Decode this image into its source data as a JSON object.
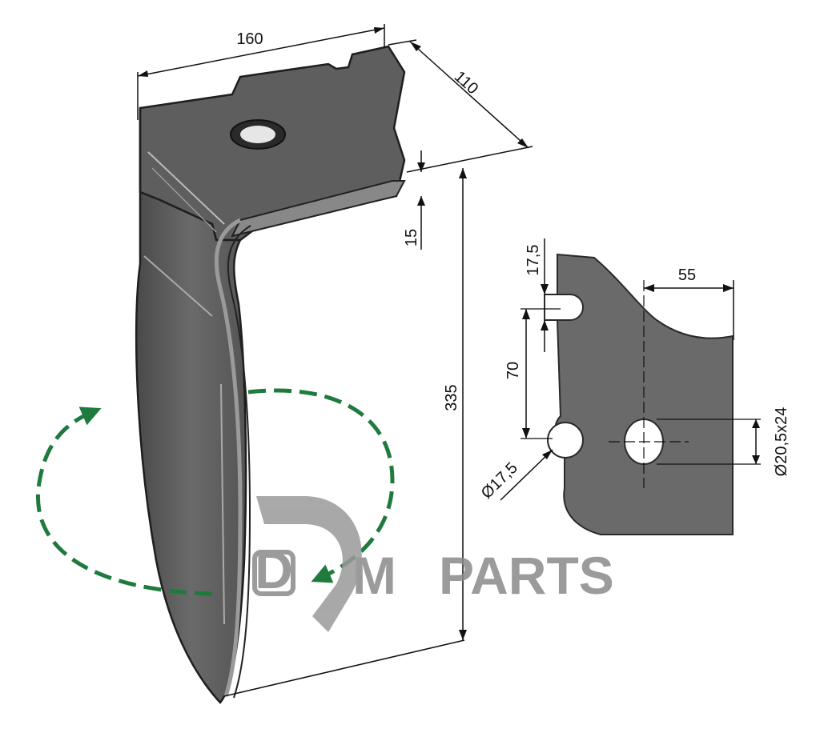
{
  "dimensions": {
    "width_top": "160",
    "depth": "110",
    "thickness": "15",
    "height": "335",
    "slot_top": "17,5",
    "hole_spacing_vertical": "70",
    "hole_spacing_horizontal": "55",
    "hole_round": "Ø17,5",
    "hole_oval": "Ø20,5x24"
  },
  "watermark": {
    "logo_letter": "D",
    "letter_m": "M",
    "word": "PARTS"
  },
  "colors": {
    "steel": "#5f5f5f",
    "steel_dark": "#2c2c2c",
    "rotation_arrow": "#1f7a3d",
    "watermark": "#8a8a8a"
  }
}
